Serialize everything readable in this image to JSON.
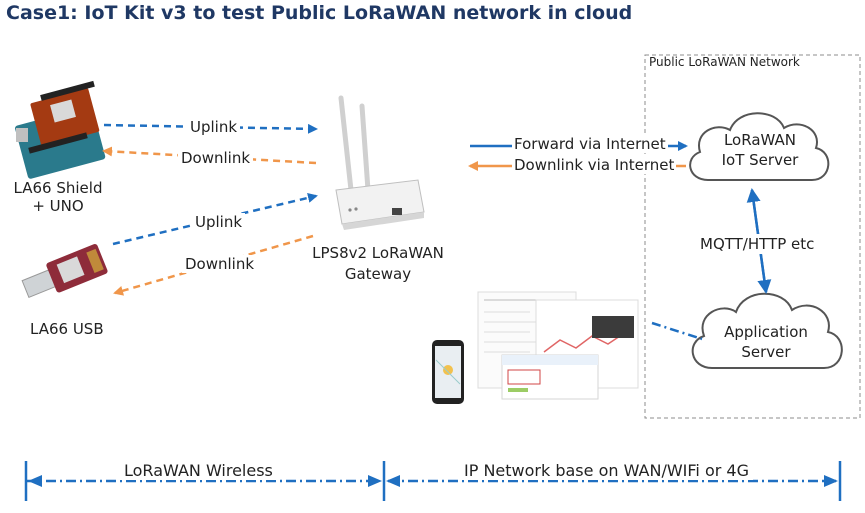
{
  "title": "Case1: IoT Kit v3 to test Public LoRaWAN network in cloud",
  "devices": {
    "shield": {
      "line1": "LA66 Shield",
      "line2": "+ UNO"
    },
    "usb": {
      "label": "LA66 USB"
    },
    "gateway": {
      "line1": "LPS8v2 LoRaWAN",
      "line2": "Gateway"
    }
  },
  "links": {
    "uplink_shield": "Uplink",
    "downlink_shield": "Downlink",
    "uplink_usb": "Uplink",
    "downlink_usb": "Downlink",
    "forward": "Forward via Internet",
    "downlink_internet": "Downlink via Internet",
    "mqtt": "MQTT/HTTP etc"
  },
  "network_box": {
    "label": "Public LoRaWAN Network"
  },
  "clouds": {
    "iot_server": {
      "line1": "LoRaWAN",
      "line2": "IoT Server"
    },
    "app_server": {
      "line1": "Application",
      "line2": "Server"
    }
  },
  "bottom": {
    "left": "LoRaWAN Wireless",
    "right": "IP Network base on WAN/WIFi or 4G"
  },
  "colors": {
    "blue": "#1f6fc1",
    "orange": "#f0964a",
    "title": "#1f3864"
  }
}
